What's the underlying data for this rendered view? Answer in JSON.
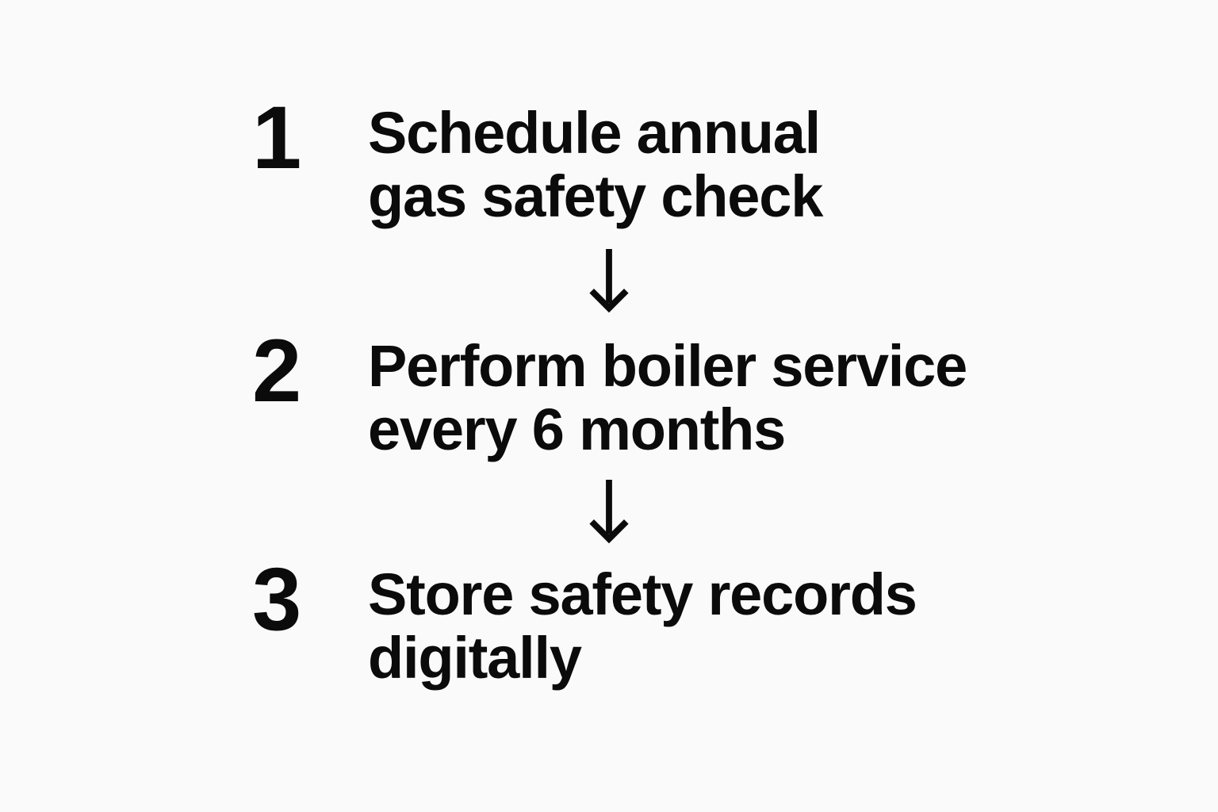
{
  "diagram": {
    "type": "vertical-numbered-flow",
    "background_color": "#fafafa",
    "text_color": "#0b0b0b",
    "steps": [
      {
        "number": "1",
        "text": "Schedule annual\ngas safety check",
        "line1": "Schedule annual",
        "line2": "gas safety check"
      },
      {
        "number": "2",
        "text": "Perform boiler service\nevery 6 months",
        "line1": "Perform boiler service",
        "line2": "every 6 months"
      },
      {
        "number": "3",
        "text": "Store safety records\ndigitally",
        "line1": "Store safety records",
        "line2": "digitally"
      }
    ],
    "connectors": [
      {
        "icon": "arrow-down-icon",
        "from_step": "1",
        "to_step": "2"
      },
      {
        "icon": "arrow-down-icon",
        "from_step": "2",
        "to_step": "3"
      }
    ]
  }
}
